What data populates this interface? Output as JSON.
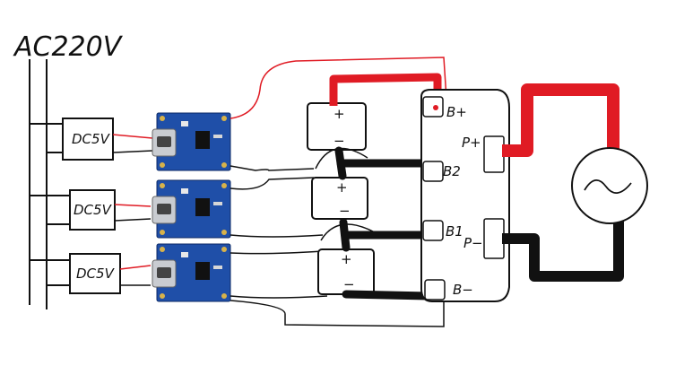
{
  "supply": {
    "label": "AC220V"
  },
  "converters": [
    {
      "label": "DC5V"
    },
    {
      "label": "DC5V"
    },
    {
      "label": "DC5V"
    }
  ],
  "cells": [
    {
      "plus": "+",
      "minus": "−"
    },
    {
      "plus": "+",
      "minus": "−"
    },
    {
      "plus": "+",
      "minus": "−"
    }
  ],
  "bms": {
    "b_plus": "B+",
    "b2": "B2",
    "b1": "B1",
    "b_minus": "B−",
    "p_plus": "P+",
    "p_minus": "P−"
  },
  "colors": {
    "wire": "#111111",
    "positive": "#e01b24",
    "module_blue": "#1f4fa8",
    "module_text": "#e8f0ff"
  }
}
